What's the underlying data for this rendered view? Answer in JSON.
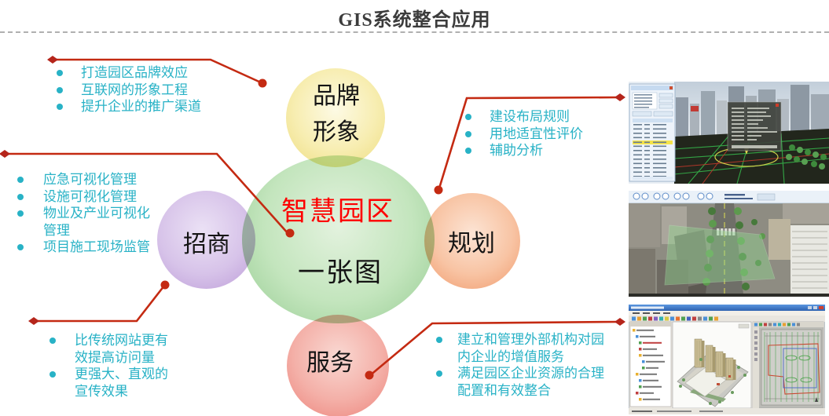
{
  "title": "GIS系统整合应用",
  "center_circle": {
    "line1": "智慧园区",
    "line2": "一张图"
  },
  "circles": {
    "brand": {
      "line1": "品牌",
      "line2": "形象"
    },
    "investment": {
      "label": "招商"
    },
    "planning": {
      "label": "规划"
    },
    "service": {
      "label": "服务"
    }
  },
  "bullets": {
    "brand": [
      "打造园区品牌效应",
      "互联网的形象工程",
      "提升企业的推广渠道"
    ],
    "investment_manage": [
      "应急可视化管理",
      "设施可视化管理",
      "物业及产业可视化管理",
      "项目施工现场监管"
    ],
    "investment_web": [
      "比传统网站更有效提高访问量",
      "更强大、直观的宣传效果"
    ],
    "planning": [
      "建设布局规则",
      "用地适宜性评价",
      "辅助分析"
    ],
    "service": [
      "建立和管理外部机构对园内企业的增值服务",
      "满足园区企业资源的合理配置和有效整合"
    ]
  },
  "colors": {
    "bullet_teal": "#28B2C6",
    "connector_red": "#C42A12",
    "center_text_red": "#FE0000",
    "circle_brand_yellow": "#EDDC7E",
    "circle_center_green": "#96CC92",
    "circle_investment_purple": "#BC9CD8",
    "circle_planning_orange": "#F09A6C",
    "circle_service_red": "#EC837B"
  }
}
